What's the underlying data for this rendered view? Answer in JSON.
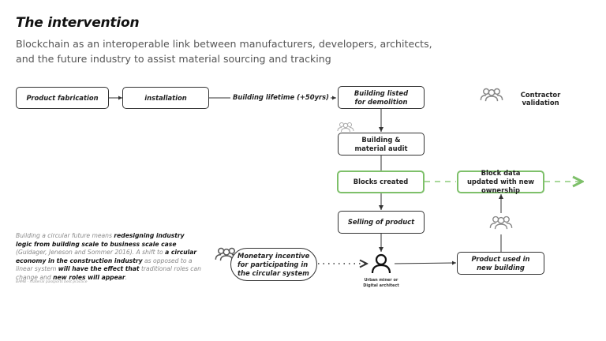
{
  "header": {
    "title": "The intervention",
    "subtitle": "Blockchain as an interoperable link between manufacturers, developers, architects, and the future industry to assist material sourcing and tracking"
  },
  "diagram": {
    "nodes": {
      "product_fabrication": "Product fabrication",
      "installation": "installation",
      "building_listed": "Building listed for demolition",
      "audit": "Building & material audit",
      "blocks_created": "Blocks created",
      "selling": "Selling of product",
      "block_data_updated": "Block data updated with new ownership",
      "product_used": "Product used in new building",
      "monetary_incentive": "Monetary incentive for participating in the circular system"
    },
    "edge_labels": {
      "lifetime": "Building lifetime (+50yrs)"
    },
    "legend": {
      "icon": "group-icon",
      "label": "Contractor validation"
    },
    "actor": {
      "icon": "person-icon",
      "label": "Urban miner or Digital architect"
    },
    "colors": {
      "blockchain_green": "#7ec06a",
      "outline": "#333333"
    }
  },
  "sidebar_text": {
    "p1": "Building a circular future means ",
    "b1": "redesigning industry logic from building scale to business scale case",
    "p2": " (Guldager, Jeneson and Sommer 2016). A shift to ",
    "b2": "a circular economy in the construction industry",
    "p3": " as opposed to a linear system ",
    "b3": "will have the effect that",
    "p4": " traditional roles can change and ",
    "b4": "new roles will appear",
    "p5": ".",
    "caption": "BAMB - material passports best practice"
  }
}
